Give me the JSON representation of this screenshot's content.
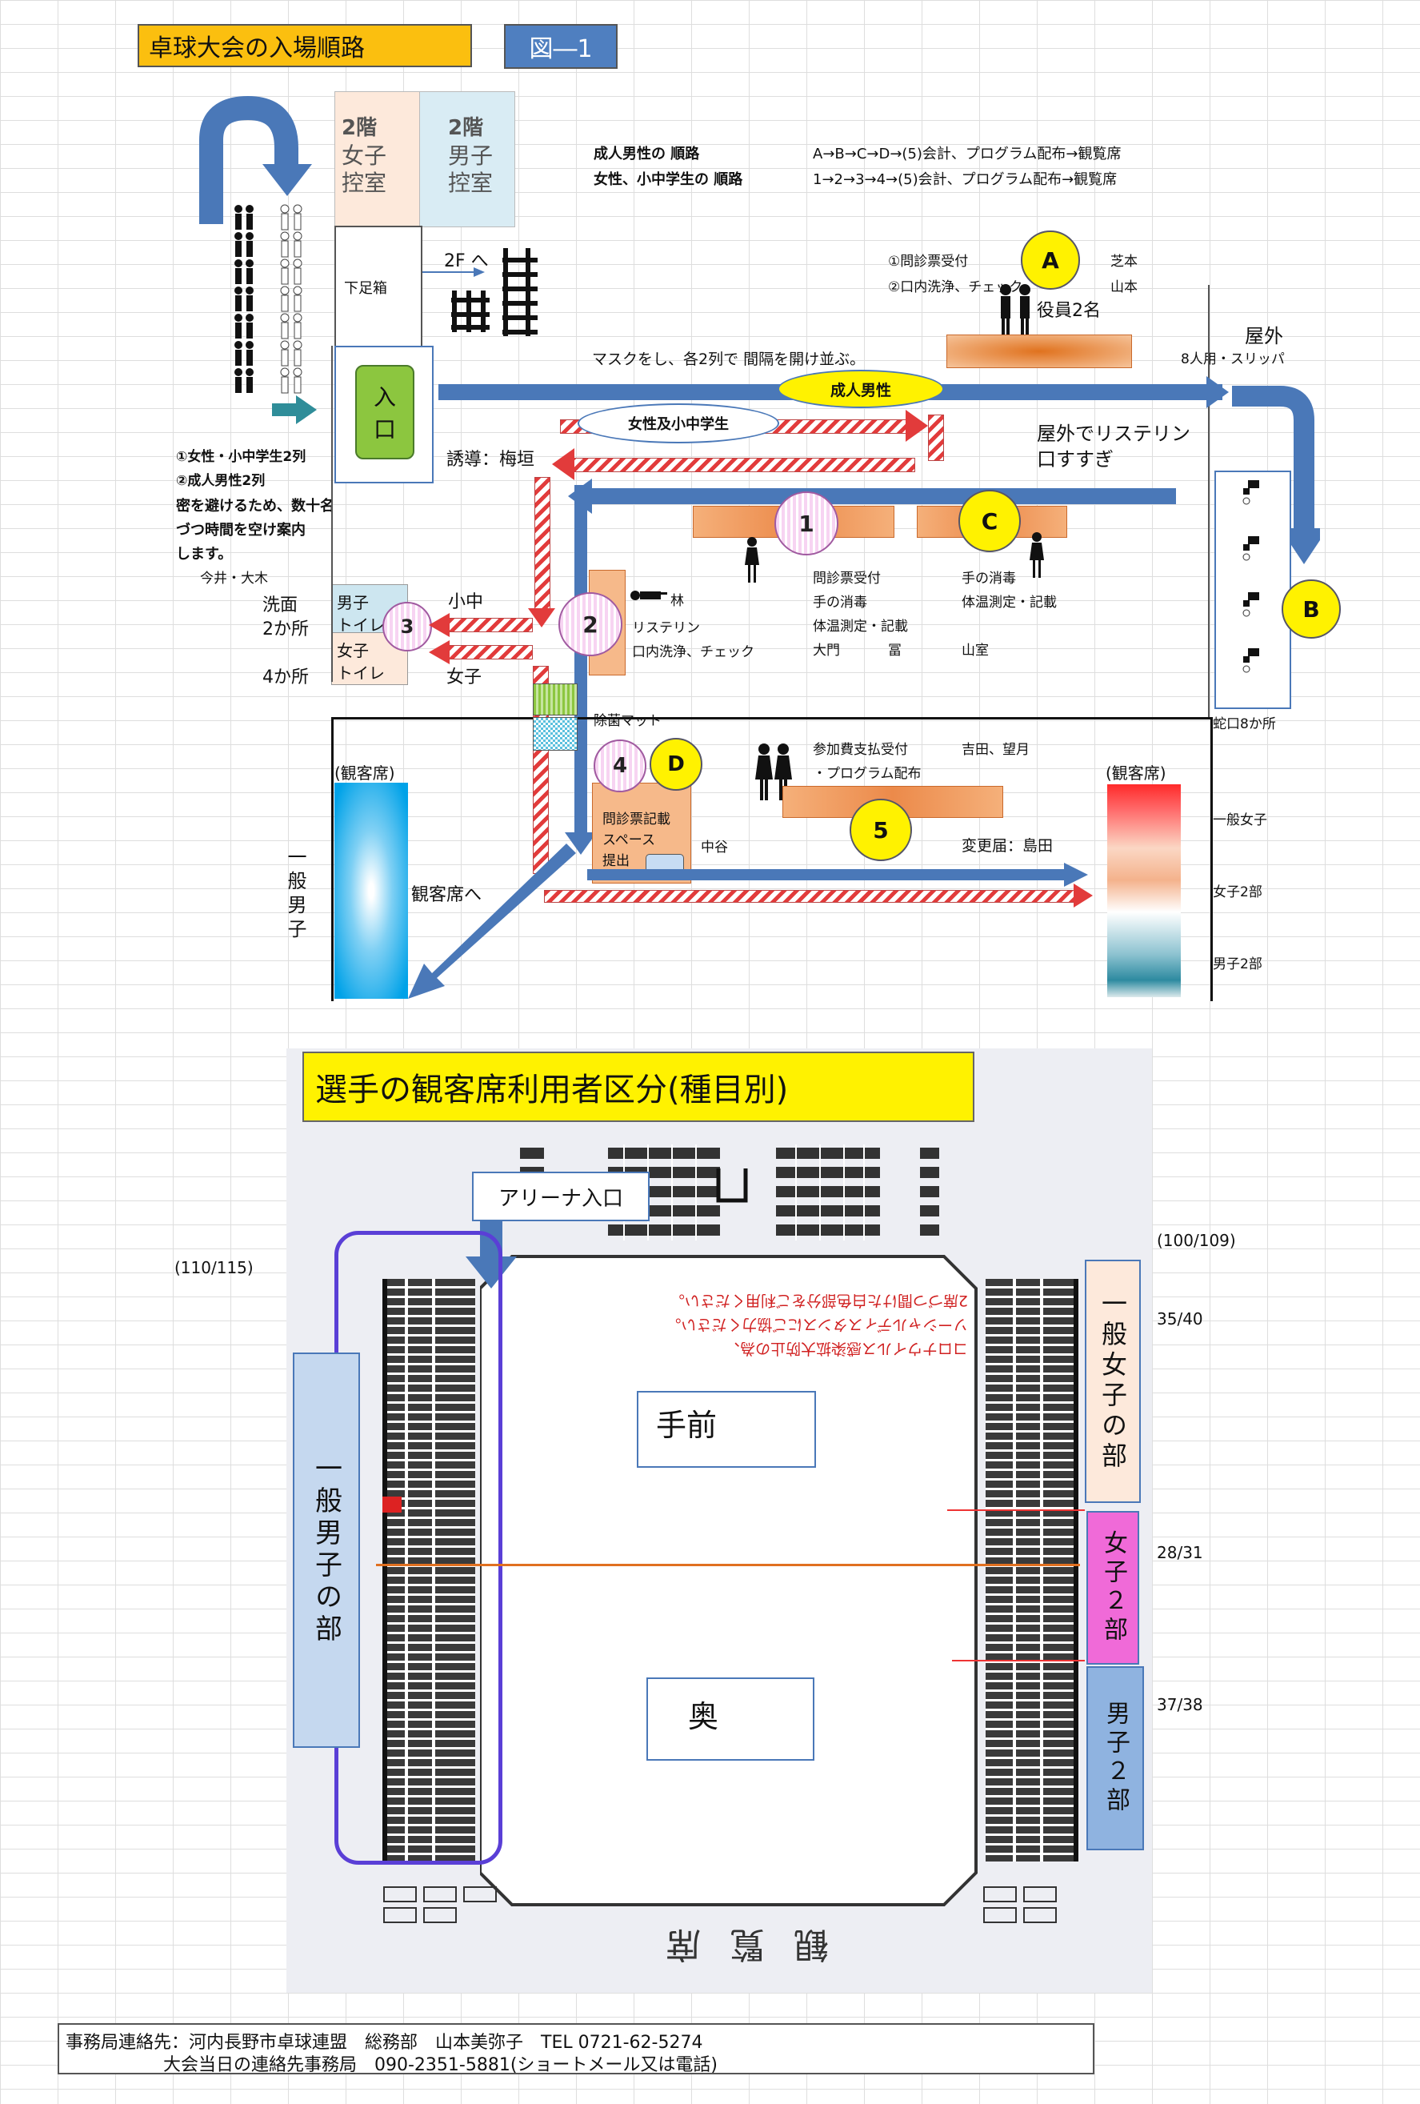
{
  "header": {
    "title": "卓球大会の入場順路",
    "figure_label": "図―1"
  },
  "rooms": {
    "f_room": {
      "floor": "2階",
      "line1": "女子",
      "line2": "控室"
    },
    "m_room": {
      "floor": "2階",
      "line1": "男子",
      "line2": "控室"
    },
    "shoe_box": "下足箱",
    "to_2f": "2F へ",
    "entrance_line1": "入",
    "entrance_line2": "口"
  },
  "routes": {
    "adult_male_label": "成人男性の 順路",
    "adult_male_route": "A→B→C→D→(5)会計、プログラム配布→観覧席",
    "female_label": "女性、小中学生の 順路",
    "female_route": "1→2→3→4→(5)会計、プログラム配布→観覧席"
  },
  "station_a": {
    "line1": "①問診票受付",
    "line2": "②口内洗浄、チェック",
    "staff1": "芝本",
    "staff2": "山本",
    "officers": "役員2名",
    "letter": "A"
  },
  "outside": {
    "label": "屋外",
    "slippers": "8人用・スリッパ",
    "listerine": "屋外でリステリン",
    "listerine2": "口すすぎ",
    "faucets": "蛇口8か所",
    "letter": "B"
  },
  "mask_note": "マスクをし、各2列で 間隔を開け並ぶ。",
  "lane_labels": {
    "adult_male": "成人男性",
    "female_child": "女性及小中学生"
  },
  "guide": "誘導：梅垣",
  "queue_notes": {
    "line1": "①女性・小中学生2列",
    "line2": "②成人男性2列",
    "line3": "密を避けるため、数十名",
    "line4": "づつ時間を空け案内",
    "line5": "します。",
    "staff": "今井・大木"
  },
  "station_1": {
    "number": "1",
    "l1": "問診票受付",
    "l2": "手の消毒",
    "l3": "体温測定・記載",
    "staff1": "大門",
    "staff2": "冨"
  },
  "station_c": {
    "letter": "C",
    "l1": "手の消毒",
    "l2": "体温測定・記載",
    "staff": "山室"
  },
  "station_2": {
    "number": "2",
    "staff": "林",
    "l1": "リステリン",
    "l2": "口内洗浄、チェック"
  },
  "station_3": {
    "number": "3",
    "wash_line1": "洗面",
    "wash_line2": "2か所",
    "wash_line3": "4か所",
    "male_toilet1": "男子",
    "male_toilet2": "トイレ",
    "female_toilet1": "女子",
    "female_toilet2": "トイレ",
    "child": "小中",
    "female": "女子"
  },
  "station_4": {
    "number": "4",
    "mat": "除菌マット",
    "desk_l1": "問診票記載",
    "desk_l2": "スペース",
    "desk_l3": "提出",
    "letter": "D",
    "staff": "中谷"
  },
  "station_5": {
    "number": "5",
    "l1": "参加費支払受付",
    "l2": "・プログラム配布",
    "staff": "吉田、望月",
    "change": "変更届：島田"
  },
  "stands": {
    "left_label": "(観客席)",
    "right_label": "(観客席)",
    "left_men": "一般男子",
    "to_stands": "観客席へ",
    "legend": [
      "一般女子",
      "女子2部",
      "男子2部"
    ]
  },
  "seating": {
    "title": "選手の観客席利用者区分(種目別)",
    "arena_entrance": "アリーナ入口",
    "front": "手前",
    "back": "奥",
    "left_count": "(110/115)",
    "right_total": "(100/109)",
    "sections": [
      {
        "name": "一般女子の部",
        "count": "35/40"
      },
      {
        "name": "女子２部",
        "count": "28/31"
      },
      {
        "name": "男子２部",
        "count": "37/38"
      }
    ],
    "left_section": "一般男子の部",
    "mirror_notes": [
      "コロナウイルス感染拡大防止の為、",
      "ソーシャルディスタンスにご協力ください。",
      "2席づつ間けた白色部分をご利用ください。"
    ],
    "floor_label": "観覧席"
  },
  "footer": {
    "line1": "事務局連絡先：河内長野市卓球連盟　総務部　山本美弥子　TEL 0721-62-5274",
    "line2": "大会当日の連絡先事務局　090-2351-5881(ショートメール又は電話)"
  }
}
